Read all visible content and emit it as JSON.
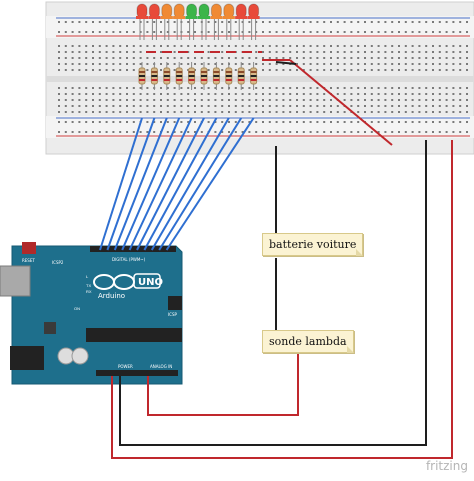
{
  "notes": {
    "battery": "batterie voiture",
    "lambda": "sonde lambda"
  },
  "arduino": {
    "board_name": "UNO",
    "logo_text": "Arduino",
    "pin_header_label": "DIGITAL (PWM~)",
    "power_label": "POWER",
    "analog_label": "ANALOG IN",
    "icsp2_label": "ICSP2",
    "icsp_label": "ICSP",
    "led_labels": [
      "L",
      "TX",
      "RX",
      "ON"
    ],
    "reset_label": "RESET"
  },
  "watermark": "fritzing",
  "colors": {
    "board": "#1e6f8c",
    "breadboard": "#ececec",
    "wire_blue": "#2f6fd1",
    "wire_red": "#c0282d",
    "wire_black": "#1e1e1e",
    "led_red": "#e84a3a",
    "led_orange": "#f08a34",
    "led_green": "#3bb54a",
    "note_bg": "#fbf3d3"
  },
  "leds": [
    "red",
    "red",
    "orange",
    "orange",
    "green",
    "green",
    "orange",
    "orange",
    "red",
    "red"
  ]
}
